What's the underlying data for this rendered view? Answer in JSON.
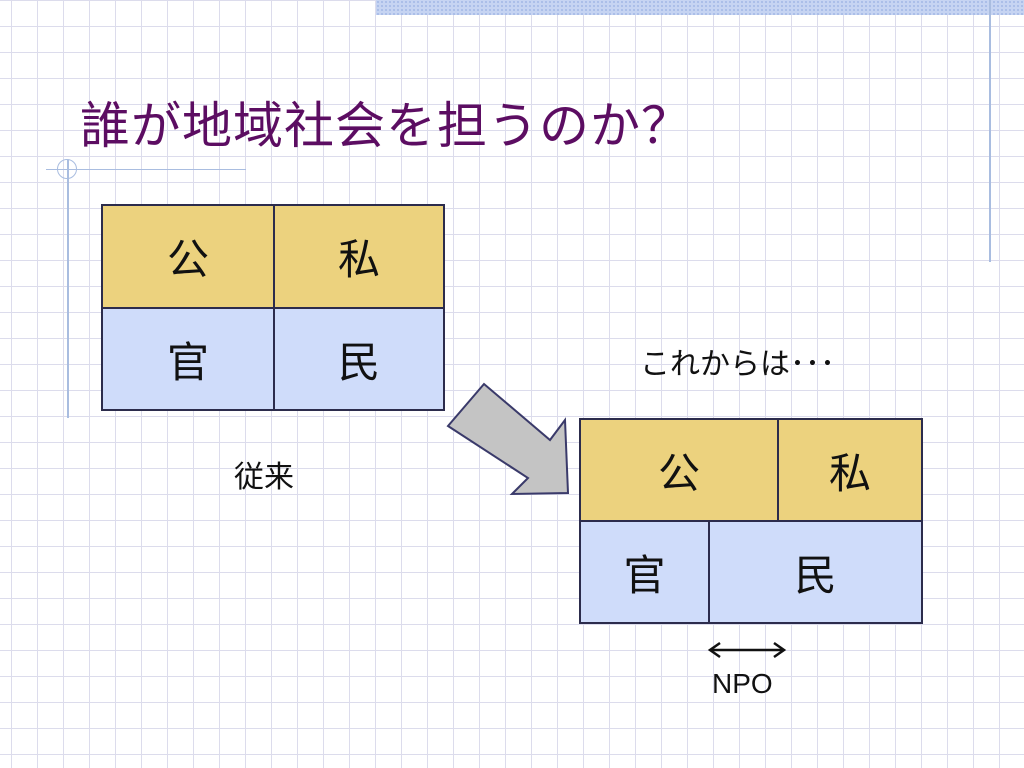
{
  "slide": {
    "title": "誰が地域社会を担うのか？",
    "before": {
      "caption": "従来",
      "cells": {
        "public": "公",
        "private": "私",
        "government": "官",
        "people": "民"
      }
    },
    "after": {
      "caption": "これからは･･･",
      "cells": {
        "public": "公",
        "private": "私",
        "government": "官",
        "people": "民"
      },
      "npo_label": "NPO"
    }
  },
  "colors": {
    "title": "#5c0d62",
    "upper_cells": "#ecd27e",
    "lower_cells": "#cfdcfa",
    "arrow_fill": "#c4c4c4",
    "arrow_stroke": "#3a3a6a"
  },
  "icons": {
    "transition": "right-down-arrow-icon",
    "npo": "double-arrow-icon"
  }
}
